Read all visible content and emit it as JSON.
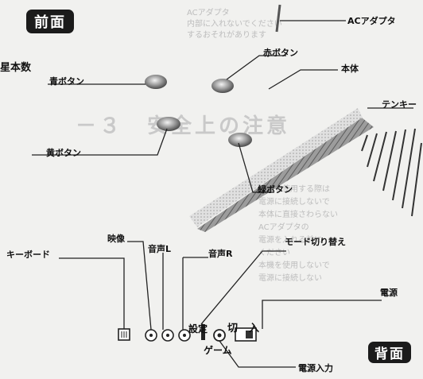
{
  "section_front": "前面",
  "section_back": "背面",
  "fragment_left": "星本数",
  "labels": {
    "ac_adapter": "ACアダプタ",
    "red_button": "赤ボタン",
    "body": "本体",
    "blue_button": "青ボタン",
    "tenkey": "テンキー",
    "yellow_button": "黄ボタン",
    "green_button": "緑ボタン",
    "video": "映像",
    "audio_l": "音声L",
    "audio_r": "音声R",
    "mode_switch": "モード切り替え",
    "keyboard": "キーボード",
    "power": "電源",
    "setting": "設定",
    "game": "ゲーム",
    "off": "切",
    "on": "入",
    "power_input": "電源入力"
  },
  "bleed_through": {
    "title": "－３　安全上の注意",
    "lines_top": [
      "ACアダプタ",
      "内部に入れないでください",
      "するおそれがあります"
    ],
    "lines_right": [
      "本機を使用する際は",
      "電源に接続しないで",
      "本体に直接さわらない",
      "ACアダプタの",
      "電源を入れる前に",
      "ください",
      "本機を使用しないで",
      "電源に接続しない"
    ]
  }
}
